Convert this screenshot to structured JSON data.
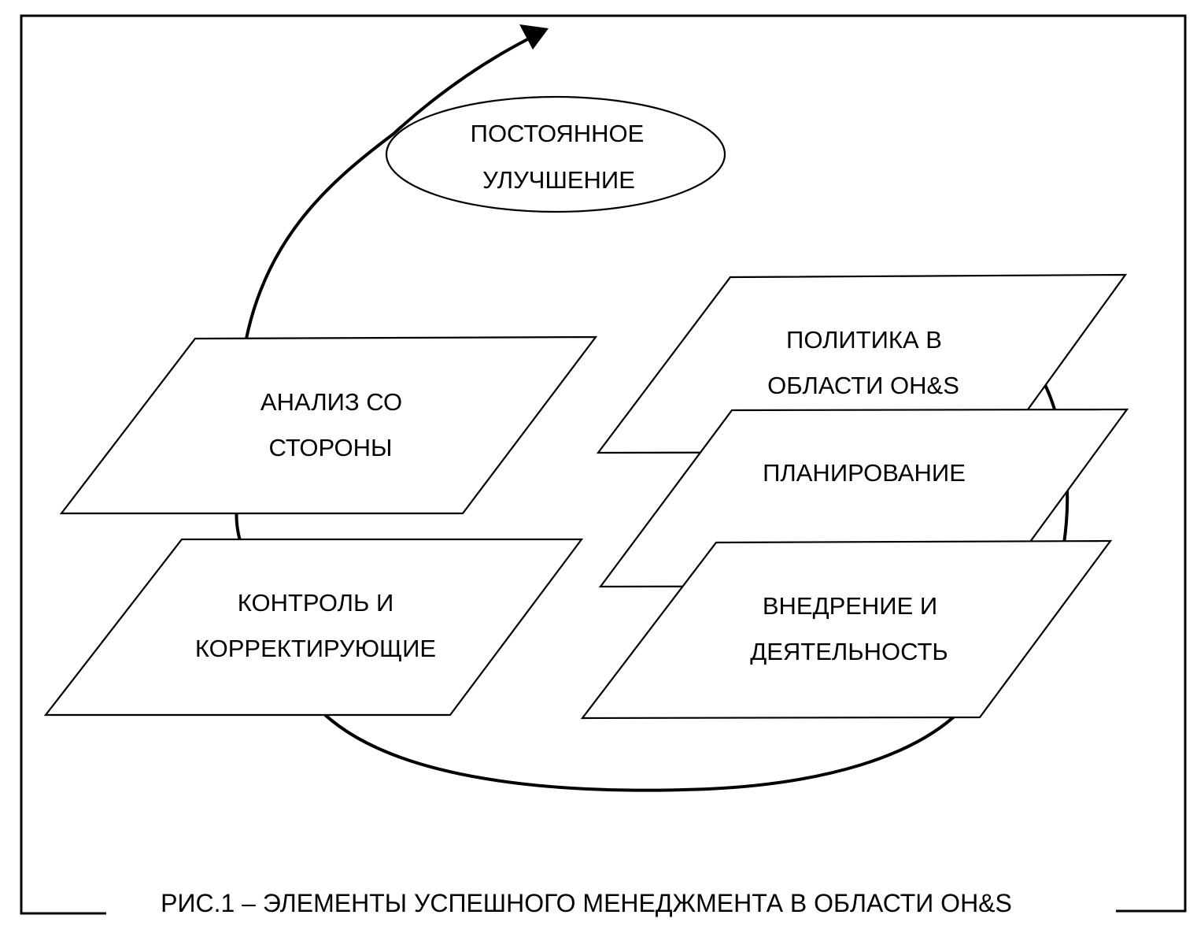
{
  "diagram": {
    "cycle_label": {
      "line1": "ПОСТОЯННОЕ",
      "line2": "УЛУЧШЕНИЕ"
    },
    "elements": {
      "review": {
        "line1": "АНАЛИЗ СО",
        "line2": "СТОРОНЫ"
      },
      "policy": {
        "line1": "ПОЛИТИКА В",
        "line2": "ОБЛАСТИ OH&S"
      },
      "planning": {
        "line1": "ПЛАНИРОВАНИЕ"
      },
      "implementation": {
        "line1": "ВНЕДРЕНИЕ И",
        "line2": "ДЕЯТЕЛЬНОСТЬ"
      },
      "checking": {
        "line1": "КОНТРОЛЬ И",
        "line2": "КОРРЕКТИРУЮЩИЕ"
      }
    }
  },
  "caption": "РИС.1 – ЭЛЕМЕНТЫ УСПЕШНОГО МЕНЕДЖМЕНТА В ОБЛАСТИ OH&S",
  "colors": {
    "stroke": "#000000",
    "fill": "#ffffff"
  }
}
